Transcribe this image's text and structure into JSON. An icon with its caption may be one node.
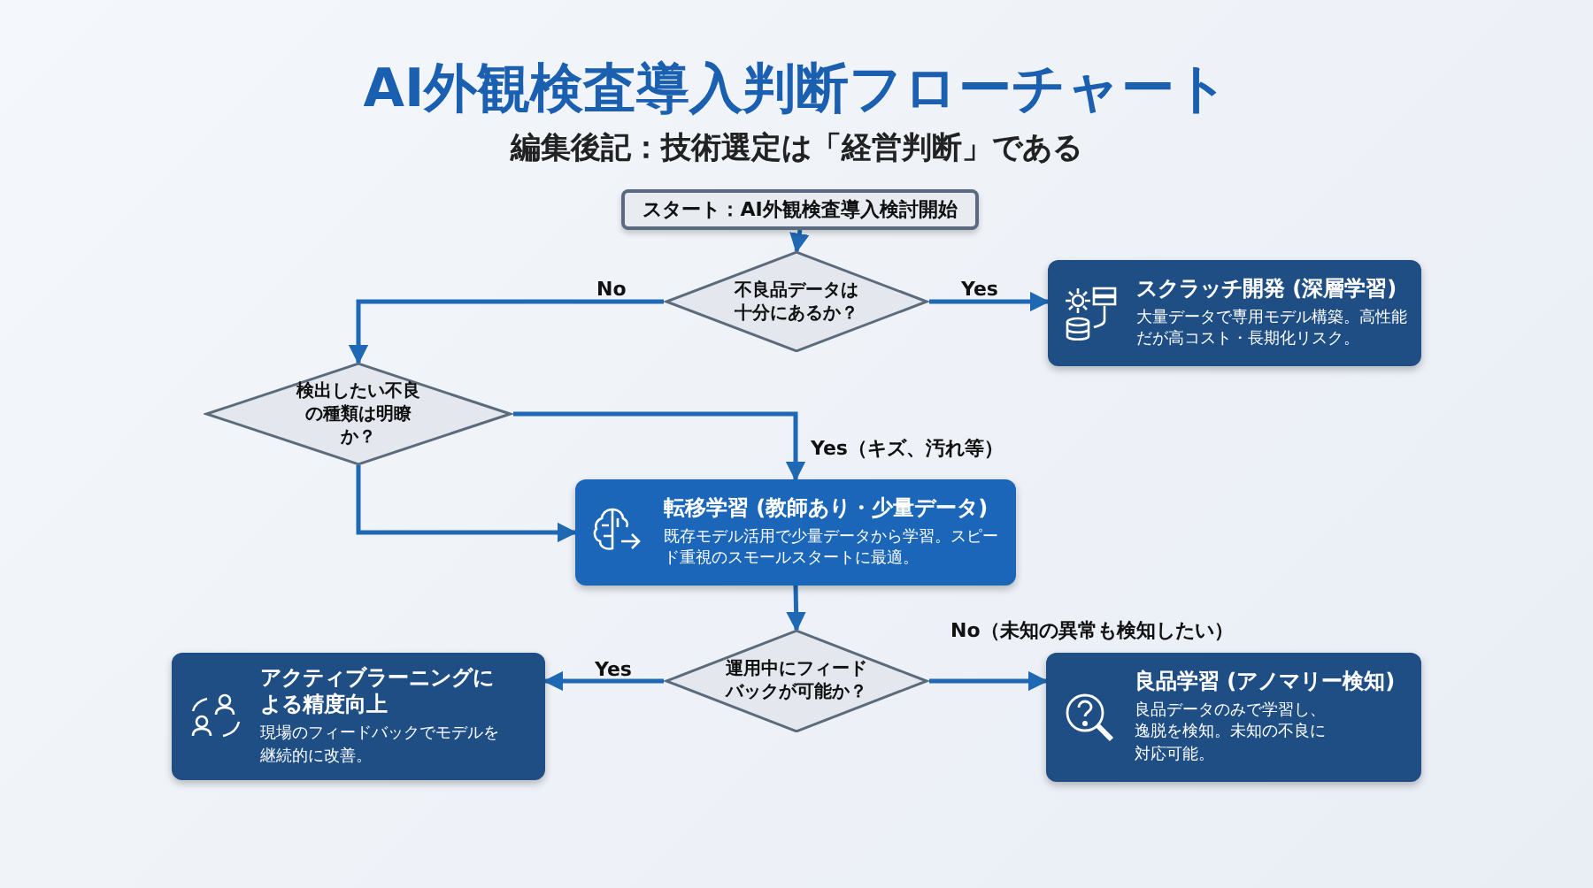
{
  "diagram": {
    "title": "AI外観検査導入判断フローチャート",
    "caption": "編集後記：技術選定は「経営判断」である",
    "nodes": [
      {
        "text": [
          "スタート：AI外観検査導入検討開始"
        ]
      },
      {
        "text": [
          "不良品データは十分にあるか？"
        ]
      },
      {
        "text": [
          "スクラッチ開発 (深層学習)",
          "大量データで専用モデル構築。高性能だが高コスト・長期化リスク。"
        ]
      },
      {
        "text": [
          "検出したい不良の種類は明瞭か？"
        ]
      },
      {
        "text": [
          "転移学習 (教師あり・少量データ)",
          "既存モデル活用で少量データから学習。スピード重視のスモールスタートに最適。"
        ]
      },
      {
        "text": [
          "運用中にフィードバックが可能か？"
        ]
      },
      {
        "text": [
          "アクティブラーニングによる精度向上",
          "現場のフィードバックでモデルを継続的に改善。"
        ]
      },
      {
        "text": [
          "良品学習 (アノマリー検知)",
          "良品データのみで学習し、逸脱を検知。未知の不良に対応可能。"
        ]
      }
    ],
    "edges": [
      {
        "from": 0,
        "to": 1,
        "arrow": "to"
      },
      {
        "from": 1,
        "to": 3,
        "arrow": "to",
        "label": "No"
      },
      {
        "from": 1,
        "to": 2,
        "arrow": "to",
        "label": "Yes"
      },
      {
        "from": 3,
        "to": 4,
        "arrow": "to",
        "label": "Yes（キズ、汚れ等）"
      },
      {
        "from": 3,
        "to": 4,
        "arrow": "to"
      },
      {
        "from": 4,
        "to": 5,
        "arrow": "to"
      },
      {
        "from": 5,
        "to": 6,
        "arrow": "to",
        "label": "Yes"
      },
      {
        "from": 5,
        "to": 7,
        "arrow": "to",
        "label": "No（未知の異常も検知したい）"
      }
    ]
  }
}
